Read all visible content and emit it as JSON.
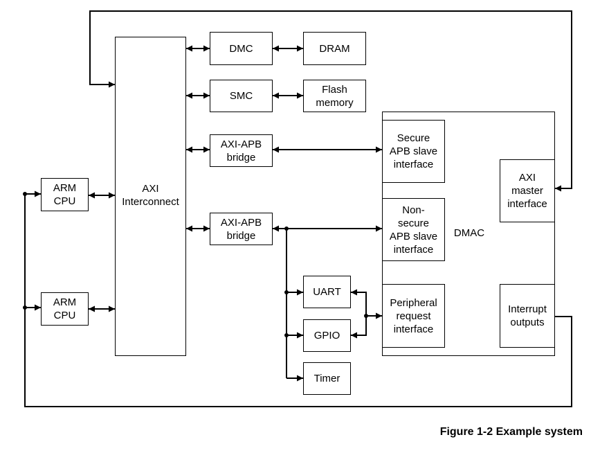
{
  "blocks": {
    "arm_cpu_1": "ARM\nCPU",
    "arm_cpu_2": "ARM\nCPU",
    "axi_interconnect": "AXI\nInterconnect",
    "dmc": "DMC",
    "dram": "DRAM",
    "smc": "SMC",
    "flash_memory": "Flash\nmemory",
    "axi_apb_bridge_1": "AXI-APB\nbridge",
    "axi_apb_bridge_2": "AXI-APB\nbridge",
    "uart": "UART",
    "gpio": "GPIO",
    "timer": "Timer",
    "dmac": "DMAC",
    "secure_apb": "Secure\nAPB slave\ninterface",
    "nonsecure_apb": "Non-\nsecure\nAPB slave\ninterface",
    "peripheral_request": "Peripheral\nrequest\ninterface",
    "axi_master": "AXI\nmaster\ninterface",
    "interrupt_outputs": "Interrupt\noutputs"
  },
  "caption": "Figure 1-2 Example system",
  "colors": {
    "line": "#000000",
    "fill": "#ffffff"
  }
}
